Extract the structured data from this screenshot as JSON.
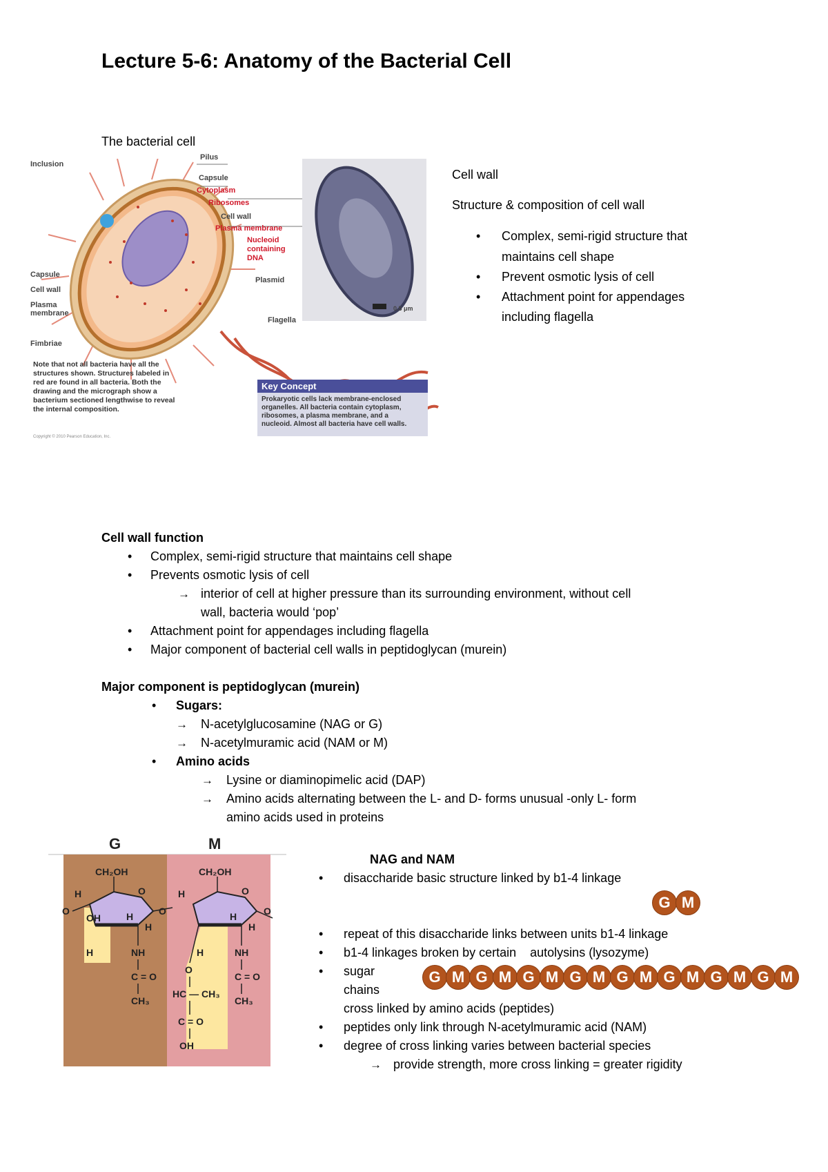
{
  "title": "Lecture 5-6: Anatomy of the Bacterial Cell",
  "intro_label": "The bacterial cell",
  "figure": {
    "labels_left": [
      "Inclusion",
      "Capsule",
      "Cell wall",
      "Plasma membrane",
      "Fimbriae"
    ],
    "labels_right": {
      "pilus": "Pilus",
      "capsule": "Capsule",
      "cytoplasm": "Cytoplasm",
      "ribosomes": "Ribosomes",
      "cell_wall": "Cell wall",
      "plasma_membrane": "Plasma membrane",
      "nucleoid_1": "Nucleoid",
      "nucleoid_2": "containing",
      "nucleoid_3": "DNA",
      "plasmid": "Plasmid",
      "flagella": "Flagella"
    },
    "scale": "0.5 μm",
    "note_lines": [
      "Note that not all bacteria have all the",
      "structures shown. Structures labeled in",
      "red are found in all bacteria. Both the",
      "drawing and the micrograph show a",
      "bacterium sectioned lengthwise to reveal",
      "the internal composition."
    ],
    "key_concept_title": "Key Concept",
    "key_concept_lines": [
      "Prokaryotic cells lack membrane-enclosed",
      "organelles. All bacteria contain cytoplasm,",
      "ribosomes, a plasma membrane, and a",
      "nucleoid. Almost all bacteria have cell walls."
    ],
    "copyright": "Copyright © 2010 Pearson Education, Inc."
  },
  "cell_wall_side": {
    "heading": "Cell wall",
    "subheading": "Structure & composition of cell wall",
    "bullets": [
      [
        "Complex, semi-rigid structure that",
        "maintains cell shape"
      ],
      [
        "Prevent osmotic lysis of cell"
      ],
      [
        "Attachment point for appendages",
        "including flagella"
      ]
    ]
  },
  "function": {
    "heading": "Cell wall function",
    "b1": "Complex, semi-rigid structure that maintains cell shape",
    "b2": "Prevents osmotic lysis of cell",
    "b2_sub_1": "interior of cell at higher pressure than its surrounding environment, without cell",
    "b2_sub_2": "wall, bacteria would ‘pop’",
    "b3": "Attachment point for appendages including flagella",
    "b4": "Major component of bacterial cell walls in peptidoglycan (murein)"
  },
  "peptidoglycan": {
    "heading": "Major component is peptidoglycan (murein)",
    "sugars_label": "Sugars:",
    "sugar_1": "N-acetylglucosamine (NAG or G)",
    "sugar_2": "N-acetylmuramic acid (NAM or M)",
    "amino_label": "Amino acids",
    "amino_1": "Lysine or diaminopimelic acid (DAP)",
    "amino_2a": "Amino acids alternating between the L- and D- forms unusual -only L- form",
    "amino_2b": "amino acids used in proteins"
  },
  "molecule": {
    "g_label": "G",
    "m_label": "M",
    "ch2oh": "CH₂OH",
    "h": "H",
    "o": "O",
    "oh": "OH",
    "nh": "NH",
    "c_eq_o": "C = O",
    "ch3": "CH₃",
    "hc_ch3": "HC — CH₃"
  },
  "nag_nam": {
    "heading": "NAG and NAM",
    "b1": "disaccharide basic structure linked by b1-4 linkage",
    "b2": "repeat of this disaccharide links between units b1-4 linkage",
    "b3": "b1-4 linkages broken by certain    autolysins (lysozyme)",
    "b4a": "sugar",
    "b4b": "chains",
    "b4c": "cross linked by amino acids (peptides)",
    "b5": "peptides only link through N-acetylmuramic acid (NAM)",
    "b6": "degree of cross linking varies between bacterial species",
    "b6_sub": "provide strength, more cross linking = greater rigidity",
    "gm_pair": [
      "G",
      "M"
    ],
    "chain": [
      "G",
      "M",
      "G",
      "M",
      "G",
      "M",
      "G",
      "M",
      "G",
      "M",
      "G",
      "M",
      "G",
      "M",
      "G",
      "M"
    ]
  },
  "colors": {
    "nag_bg": "#b9835a",
    "nam_bg": "#e39ea1",
    "ring_fill": "#c7b4e6",
    "highlight": "#fde7a0",
    "bead": "#b3541d",
    "key_concept_bar": "#4a4f9a"
  }
}
